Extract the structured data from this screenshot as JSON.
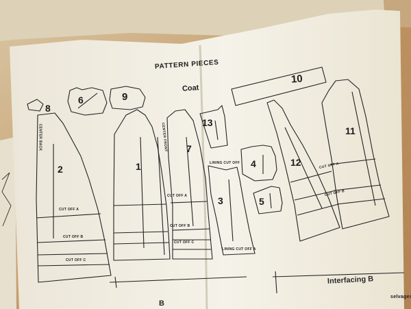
{
  "page": {
    "title": "PATTERN PIECES",
    "section": "Coat",
    "footer_right": "Interfacing B",
    "footer_left_fragment": "B",
    "footer_small": "selvages"
  },
  "pieces": {
    "p1": "1",
    "p2": "2",
    "p3": "3",
    "p4": "4",
    "p5": "5",
    "p6": "6",
    "p7": "7",
    "p8": "8",
    "p9": "9",
    "p10": "10",
    "p11": "11",
    "p12": "12",
    "p13": "13"
  },
  "markings": {
    "center_back": "CENTER BACK",
    "center_front": "CENTER FRONT",
    "cut_off_a": "CUT OFF A",
    "cut_off_b": "CUT OFF B",
    "cut_off_c": "CUT OFF C",
    "cut_off_a_short": "CUT OFF A",
    "cut_off_b_short": "CUT OFF B",
    "cut_off_c_short": "CUT OFF C",
    "cut_off_c_back": "CUT OFF C",
    "cut_off_b_front": "CUT OFF B",
    "cut_off_c_front": "CUT OFF C",
    "cut_off_a_7": "CUT OFF A",
    "cut_off_b_7": "CUT OFF B",
    "cut_off_c_7": "CUT OFF C",
    "lining_cut_off": "LINING CUT OFF",
    "lining_cut_off_a": "LINING CUT OFF A",
    "cut_off_a_12": "CUT OFF A",
    "cut_off_b_12": "CUT OFF B"
  },
  "colors": {
    "paper": "#f1eee3",
    "ink": "#1b1b1b",
    "background": "#c9a476"
  }
}
